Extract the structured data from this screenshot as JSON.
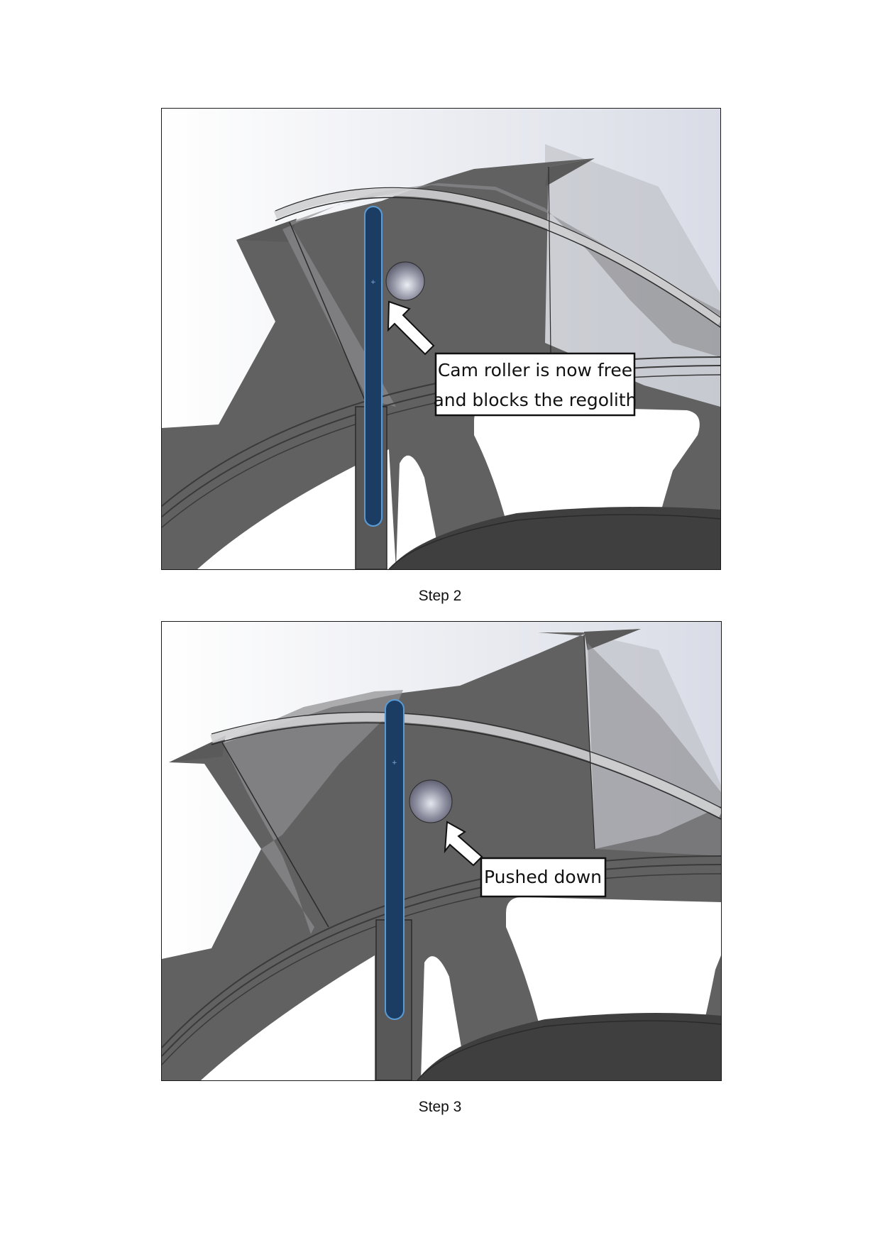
{
  "figures": [
    {
      "caption": "Step 2",
      "callout_lines": [
        "Cam roller is now free",
        "and blocks the regolith"
      ]
    },
    {
      "caption": "Step 3",
      "callout_lines": [
        "Pushed down"
      ]
    }
  ],
  "colors": {
    "paddle": "#606060",
    "paddle_dark": "#4a4a4a",
    "translucent_panel": "#8a8a8d",
    "rod": "#1c3d63",
    "rod_edge": "#5b9bd5",
    "arrow": "#ffffff",
    "background": "#eef0f4"
  }
}
